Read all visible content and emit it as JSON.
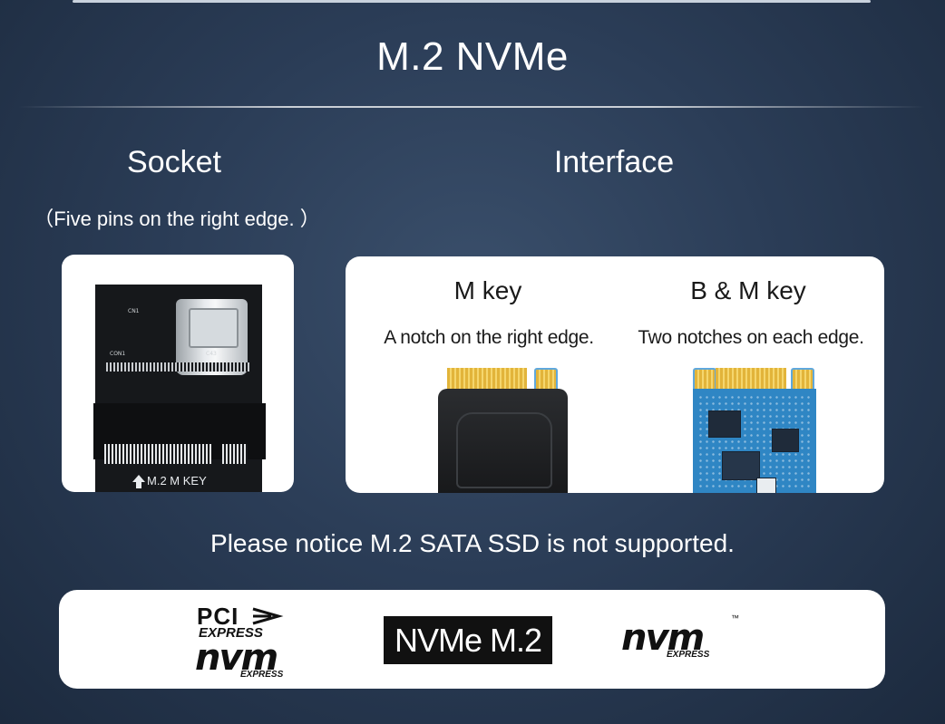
{
  "title": "M.2 NVMe",
  "socket": {
    "heading": "Socket",
    "note": "（Five pins on the right edge. ）",
    "silk": [
      "CN1",
      "CON1",
      "C43"
    ],
    "key_label": "M.2 M KEY"
  },
  "interface": {
    "heading": "Interface",
    "m_key": {
      "label": "M key",
      "desc": "A notch on the right edge."
    },
    "bm_key": {
      "label": "B & M key",
      "desc": "Two notches on each edge."
    }
  },
  "notice": "Please notice M.2 SATA SSD is not supported.",
  "logos": {
    "pci": {
      "top": "PCI",
      "express": "EXPRESS",
      "nvm": "nvm",
      "express2": "EXPRESS"
    },
    "badge": "NVMe M.2",
    "nvm": {
      "nvm": "nvm",
      "express": "EXPRESS",
      "tm": "™"
    }
  },
  "colors": {
    "background": "#2b3d57",
    "notch_outline": "#5fa8dd",
    "pcb_blue": "#2f86c4",
    "gold": "#e2b43a"
  }
}
